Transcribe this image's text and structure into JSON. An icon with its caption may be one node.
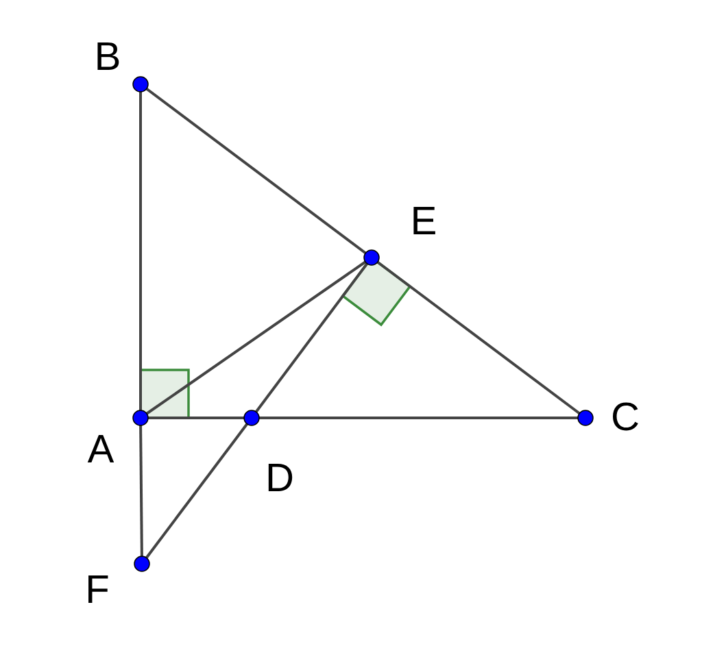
{
  "diagram": {
    "nodes": [
      {
        "text": [
          "B"
        ]
      },
      {
        "text": [
          "E"
        ]
      },
      {
        "text": [
          "A"
        ]
      },
      {
        "text": [
          "D"
        ]
      },
      {
        "text": [
          "C"
        ]
      },
      {
        "text": [
          "F"
        ]
      }
    ],
    "edges": [
      {
        "from": 0,
        "to": 2,
        "arrow": "none"
      },
      {
        "from": 0,
        "to": 1,
        "arrow": "none"
      },
      {
        "from": 1,
        "to": 4,
        "arrow": "none"
      },
      {
        "from": 2,
        "to": 3,
        "arrow": "none"
      },
      {
        "from": 3,
        "to": 4,
        "arrow": "none"
      },
      {
        "from": 2,
        "to": 1,
        "arrow": "none"
      },
      {
        "from": 1,
        "to": 3,
        "arrow": "none"
      },
      {
        "from": 3,
        "to": 5,
        "arrow": "none"
      },
      {
        "from": 2,
        "to": 5,
        "arrow": "none"
      }
    ]
  }
}
